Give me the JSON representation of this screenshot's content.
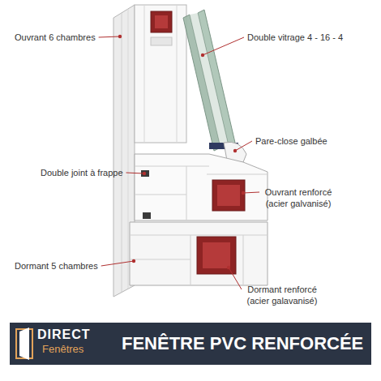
{
  "diagram": {
    "title": "FENÊTRE PVC RENFORCÉE",
    "labels": [
      "Ouvrant 6 chambres",
      "Double vitrage 4 - 16 - 4",
      "Pare-close galbée",
      "Double joint à frappe",
      "Ouvrant renforcé (acier galvanisé)",
      "Dormant 5 chambres",
      "Dormant renforcé (acier galavanisé)",
      "DIRECT",
      "Fenêtres"
    ]
  }
}
